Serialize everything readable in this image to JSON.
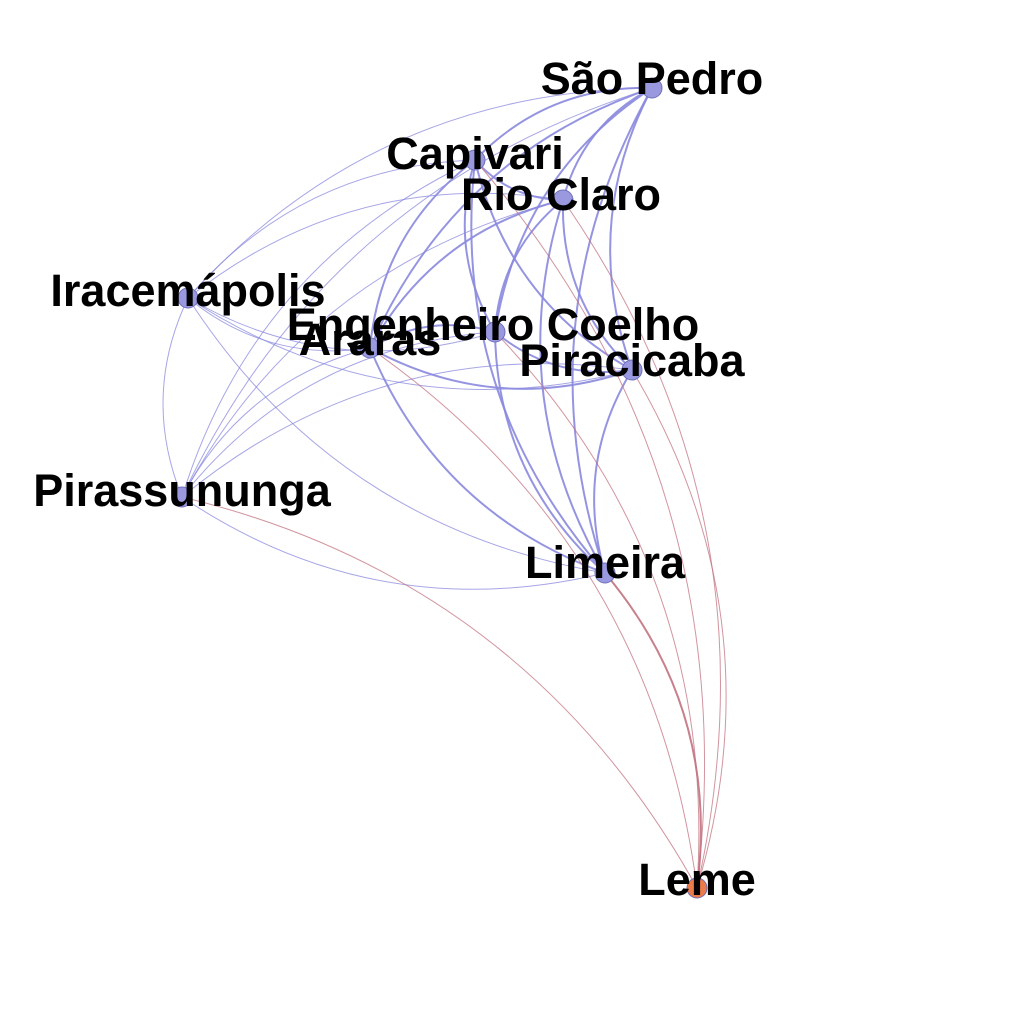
{
  "colors": {
    "background": "#ffffff",
    "node_default": "#9a99e0",
    "node_leme": "#ec7b4a",
    "edge_blue": "#8a88de",
    "edge_red": "#c1727f",
    "label": "#000000"
  },
  "nodes": [
    {
      "id": "sao-pedro",
      "label": "São Pedro",
      "color": "#9a99e0"
    },
    {
      "id": "capivari",
      "label": "Capivari",
      "color": "#9a99e0"
    },
    {
      "id": "rio-claro",
      "label": "Rio Claro",
      "color": "#9a99e0"
    },
    {
      "id": "iracemapolis",
      "label": "Iracemápolis",
      "color": "#9a99e0"
    },
    {
      "id": "engenheiro-coelho",
      "label": "Engenheiro Coelho",
      "color": "#9a99e0"
    },
    {
      "id": "araras",
      "label": "Araras",
      "color": "#9a99e0"
    },
    {
      "id": "piracicaba",
      "label": "Piracicaba",
      "color": "#9a99e0"
    },
    {
      "id": "pirassununga",
      "label": "Pirassununga",
      "color": "#9a99e0"
    },
    {
      "id": "limeira",
      "label": "Limeira",
      "color": "#9a99e0"
    },
    {
      "id": "leme",
      "label": "Leme",
      "color": "#ec7b4a"
    }
  ],
  "edges": [
    {
      "source": "sao-pedro",
      "target": "capivari",
      "kind": "blue",
      "weight": 2
    },
    {
      "source": "sao-pedro",
      "target": "rio-claro",
      "kind": "blue",
      "weight": 2
    },
    {
      "source": "sao-pedro",
      "target": "iracemapolis",
      "kind": "blue",
      "weight": 1
    },
    {
      "source": "sao-pedro",
      "target": "engenheiro-coelho",
      "kind": "blue",
      "weight": 2
    },
    {
      "source": "sao-pedro",
      "target": "araras",
      "kind": "blue",
      "weight": 2
    },
    {
      "source": "sao-pedro",
      "target": "piracicaba",
      "kind": "blue",
      "weight": 2
    },
    {
      "source": "sao-pedro",
      "target": "pirassununga",
      "kind": "blue",
      "weight": 1
    },
    {
      "source": "sao-pedro",
      "target": "limeira",
      "kind": "blue",
      "weight": 2
    },
    {
      "source": "capivari",
      "target": "rio-claro",
      "kind": "blue",
      "weight": 2
    },
    {
      "source": "capivari",
      "target": "iracemapolis",
      "kind": "blue",
      "weight": 1
    },
    {
      "source": "capivari",
      "target": "engenheiro-coelho",
      "kind": "blue",
      "weight": 2
    },
    {
      "source": "capivari",
      "target": "araras",
      "kind": "blue",
      "weight": 2
    },
    {
      "source": "capivari",
      "target": "piracicaba",
      "kind": "blue",
      "weight": 2
    },
    {
      "source": "capivari",
      "target": "limeira",
      "kind": "blue",
      "weight": 2
    },
    {
      "source": "capivari",
      "target": "pirassununga",
      "kind": "blue",
      "weight": 1
    },
    {
      "source": "rio-claro",
      "target": "iracemapolis",
      "kind": "blue",
      "weight": 1
    },
    {
      "source": "rio-claro",
      "target": "engenheiro-coelho",
      "kind": "blue",
      "weight": 2
    },
    {
      "source": "rio-claro",
      "target": "araras",
      "kind": "blue",
      "weight": 2
    },
    {
      "source": "rio-claro",
      "target": "piracicaba",
      "kind": "blue",
      "weight": 2
    },
    {
      "source": "rio-claro",
      "target": "limeira",
      "kind": "blue",
      "weight": 2
    },
    {
      "source": "rio-claro",
      "target": "pirassununga",
      "kind": "blue",
      "weight": 1
    },
    {
      "source": "iracemapolis",
      "target": "engenheiro-coelho",
      "kind": "blue",
      "weight": 1
    },
    {
      "source": "iracemapolis",
      "target": "araras",
      "kind": "blue",
      "weight": 1
    },
    {
      "source": "iracemapolis",
      "target": "piracicaba",
      "kind": "blue",
      "weight": 1
    },
    {
      "source": "iracemapolis",
      "target": "pirassununga",
      "kind": "blue",
      "weight": 1
    },
    {
      "source": "iracemapolis",
      "target": "limeira",
      "kind": "blue",
      "weight": 1
    },
    {
      "source": "engenheiro-coelho",
      "target": "araras",
      "kind": "blue",
      "weight": 2
    },
    {
      "source": "engenheiro-coelho",
      "target": "piracicaba",
      "kind": "blue",
      "weight": 2
    },
    {
      "source": "engenheiro-coelho",
      "target": "limeira",
      "kind": "blue",
      "weight": 2
    },
    {
      "source": "engenheiro-coelho",
      "target": "pirassununga",
      "kind": "blue",
      "weight": 1
    },
    {
      "source": "araras",
      "target": "piracicaba",
      "kind": "blue",
      "weight": 2
    },
    {
      "source": "araras",
      "target": "limeira",
      "kind": "blue",
      "weight": 2
    },
    {
      "source": "araras",
      "target": "pirassununga",
      "kind": "blue",
      "weight": 1
    },
    {
      "source": "piracicaba",
      "target": "limeira",
      "kind": "blue",
      "weight": 2
    },
    {
      "source": "piracicaba",
      "target": "pirassununga",
      "kind": "blue",
      "weight": 1
    },
    {
      "source": "pirassununga",
      "target": "limeira",
      "kind": "blue",
      "weight": 1
    },
    {
      "source": "leme",
      "target": "limeira",
      "kind": "red",
      "weight": 2
    },
    {
      "source": "leme",
      "target": "araras",
      "kind": "red",
      "weight": 1
    },
    {
      "source": "leme",
      "target": "piracicaba",
      "kind": "red",
      "weight": 1
    },
    {
      "source": "leme",
      "target": "pirassununga",
      "kind": "red",
      "weight": 1
    },
    {
      "source": "leme",
      "target": "rio-claro",
      "kind": "red",
      "weight": 1
    },
    {
      "source": "leme",
      "target": "engenheiro-coelho",
      "kind": "red",
      "weight": 1
    },
    {
      "source": "leme",
      "target": "capivari",
      "kind": "red",
      "weight": 1
    }
  ]
}
